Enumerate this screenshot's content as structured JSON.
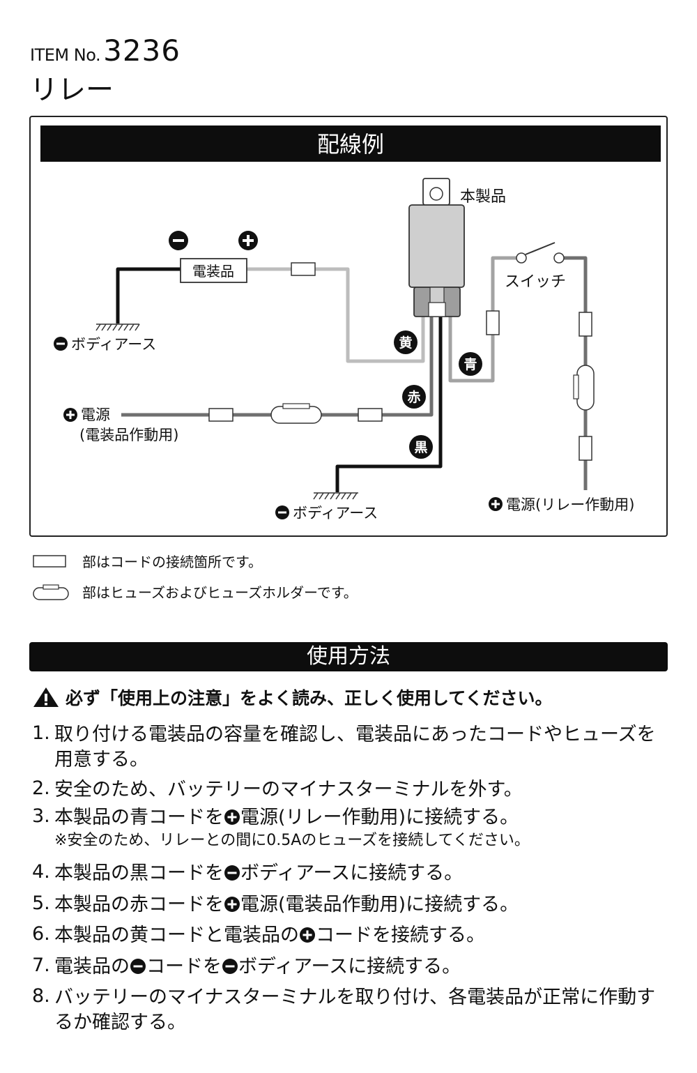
{
  "header": {
    "item_label": "ITEM No.",
    "item_number": "3236",
    "product_name": "リレー"
  },
  "diagram": {
    "title": "配線例",
    "labels": {
      "product": "本製品",
      "device": "電装品",
      "switch": "スイッチ",
      "body_earth": "ボディアース",
      "power": "電源",
      "power_device": "(電装品作動用)",
      "power_relay": "電源(リレー作動用)"
    },
    "wire_badges": {
      "yellow": "黄",
      "blue": "青",
      "red": "赤",
      "black": "黒"
    },
    "colors": {
      "yellow_wire": "#bdbdbd",
      "blue_wire": "#a3a3a3",
      "red_wire": "#707070",
      "black_wire": "#111111",
      "relay_body": "#cfcfcf",
      "relay_connector": "#9e9e9e"
    }
  },
  "legend": {
    "connection": "部はコードの接続箇所です。",
    "fuse": "部はヒューズおよびヒューズホルダーです。"
  },
  "usage": {
    "title": "使用方法",
    "warning": "必ず「使用上の注意」をよく読み、正しく使用してください。",
    "steps": [
      {
        "num": "1.",
        "text": "取り付ける電装品の容量を確認し、電装品にあったコードやヒューズを用意する。"
      },
      {
        "num": "2.",
        "text": "安全のため、バッテリーのマイナスターミナルを外す。"
      },
      {
        "num": "3.",
        "pre": "本製品の青コードを",
        "post": "電源(リレー作動用)に接続する。",
        "note": "※安全のため、リレーとの間に0.5Aのヒューズを接続してください。"
      },
      {
        "num": "4.",
        "pre": "本製品の黒コードを",
        "post": "ボディアースに接続する。"
      },
      {
        "num": "5.",
        "pre": "本製品の赤コードを",
        "post": "電源(電装品作動用)に接続する。"
      },
      {
        "num": "6.",
        "pre": "本製品の黄コードと電装品の",
        "post": "コードを接続する。"
      },
      {
        "num": "7.",
        "pre": "電装品の",
        "mid": "コードを",
        "post": "ボディアースに接続する。"
      },
      {
        "num": "8.",
        "text": "バッテリーのマイナスターミナルを取り付け、各電装品が正常に作動するか確認する。"
      }
    ]
  }
}
